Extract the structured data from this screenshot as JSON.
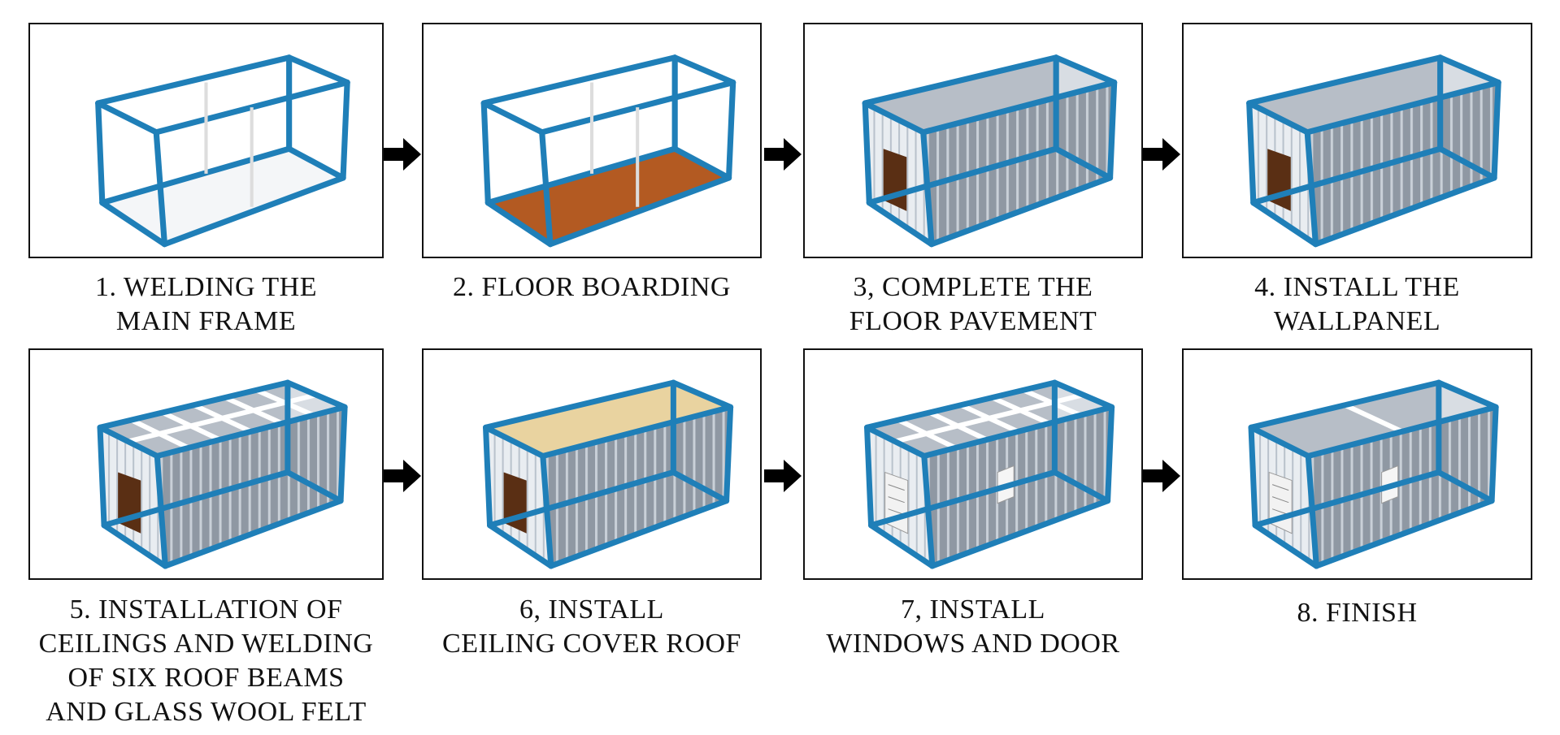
{
  "colors": {
    "frame": "#1f7fb8",
    "panel_light": "#e9edf1",
    "panel_dark": "#8f98a3",
    "floor": "#b35a22",
    "wool": "#e9d3a0",
    "arrow": "#000000"
  },
  "steps": [
    {
      "label": "1. WELDING THE\nMAIN FRAME",
      "stage": 1
    },
    {
      "label": "2. FLOOR BOARDING",
      "stage": 2
    },
    {
      "label": "3, COMPLETE THE\nFLOOR PAVEMENT",
      "stage": 3
    },
    {
      "label": "4. INSTALL THE\nWALLPANEL",
      "stage": 4
    },
    {
      "label": "5. INSTALLATION OF\nCEILINGS AND WELDING\nOF SIX ROOF BEAMS\nAND GLASS WOOL FELT",
      "stage": 5
    },
    {
      "label": "6, INSTALL\nCEILING COVER ROOF",
      "stage": 6
    },
    {
      "label": "7, INSTALL\nWINDOWS AND DOOR",
      "stage": 7
    },
    {
      "label": "8. FINISH",
      "stage": 8
    }
  ],
  "arrows": [
    "right-arrow-icon",
    "right-arrow-icon",
    "right-arrow-icon",
    "right-arrow-icon",
    "right-arrow-icon",
    "right-arrow-icon"
  ]
}
